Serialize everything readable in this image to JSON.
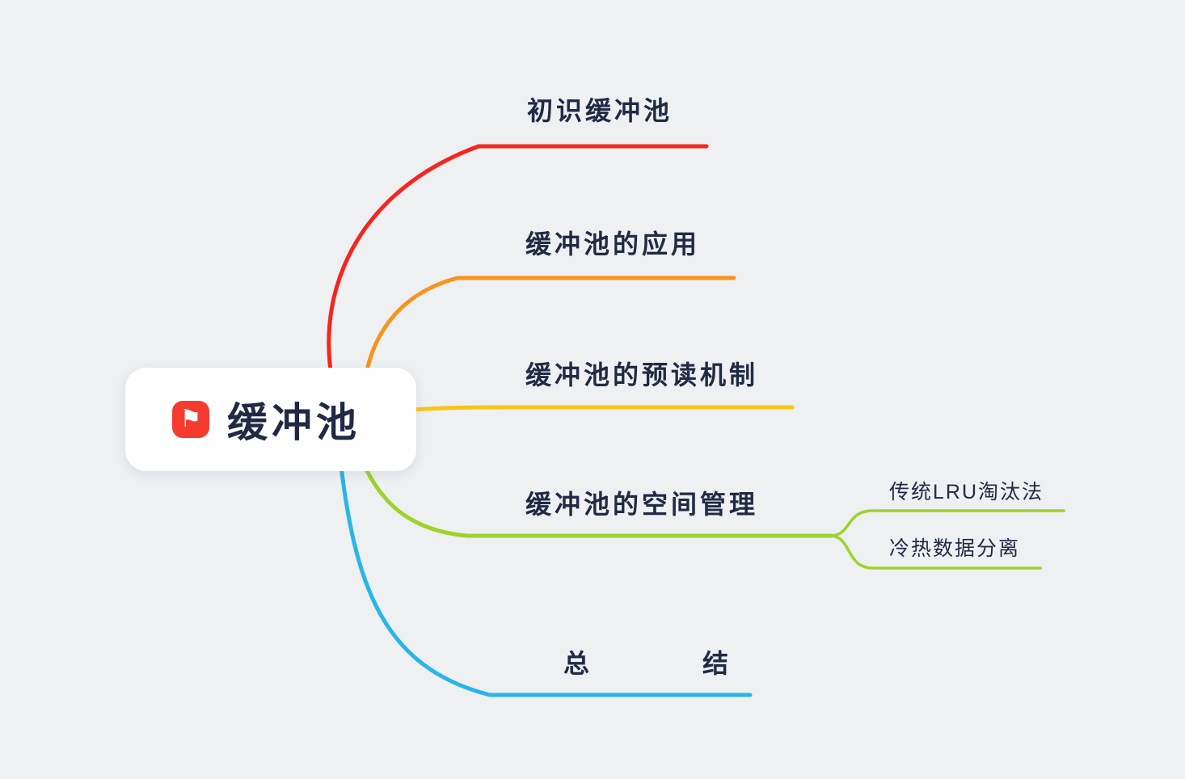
{
  "canvas": {
    "background_color": "#eef0f2",
    "text_color": "#202a44"
  },
  "root": {
    "label": "缓冲池",
    "icon": "flag-icon",
    "icon_glyph": "⚑",
    "icon_color": "#f43b2e",
    "node_color": "#ffffff"
  },
  "branches": [
    {
      "label": "初识缓冲池",
      "color": "#f4261f"
    },
    {
      "label": "缓冲池的应用",
      "color": "#f7941e"
    },
    {
      "label": "缓冲池的预读机制",
      "color": "#f6c615"
    },
    {
      "label": "缓冲池的空间管理",
      "color": "#9ed32b",
      "children": [
        {
          "label": "传统LRU淘汰法",
          "color": "#9ed32b"
        },
        {
          "label": "冷热数据分离",
          "color": "#9ed32b"
        }
      ]
    },
    {
      "label": "总结",
      "color": "#29b5e8"
    }
  ]
}
